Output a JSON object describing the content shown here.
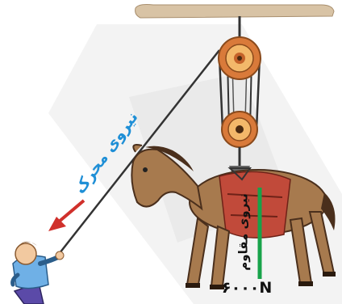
{
  "labels": {
    "effort_force": "نیروی محرک",
    "resistance_force": "نیروی مقاوم",
    "load_value": "۶۰۰۰N"
  },
  "colors": {
    "background": "#ffffff",
    "watermark": "#e6e6e6",
    "ceiling": "#d8c3a5",
    "pulley_outer": "#d97a3a",
    "pulley_inner": "#f3b86a",
    "rope": "#333333",
    "horse_body": "#a77a4e",
    "horse_dark": "#4a2f1c",
    "blanket": "#c14a3a",
    "effort_arrow": "#d0302b",
    "effort_text": "#1f8fd6",
    "resistance_arrow": "#18a34a"
  },
  "icons": [
    "ceiling-beam",
    "fixed-pulley",
    "movable-pulley",
    "horse",
    "boy-pulling-rope"
  ]
}
